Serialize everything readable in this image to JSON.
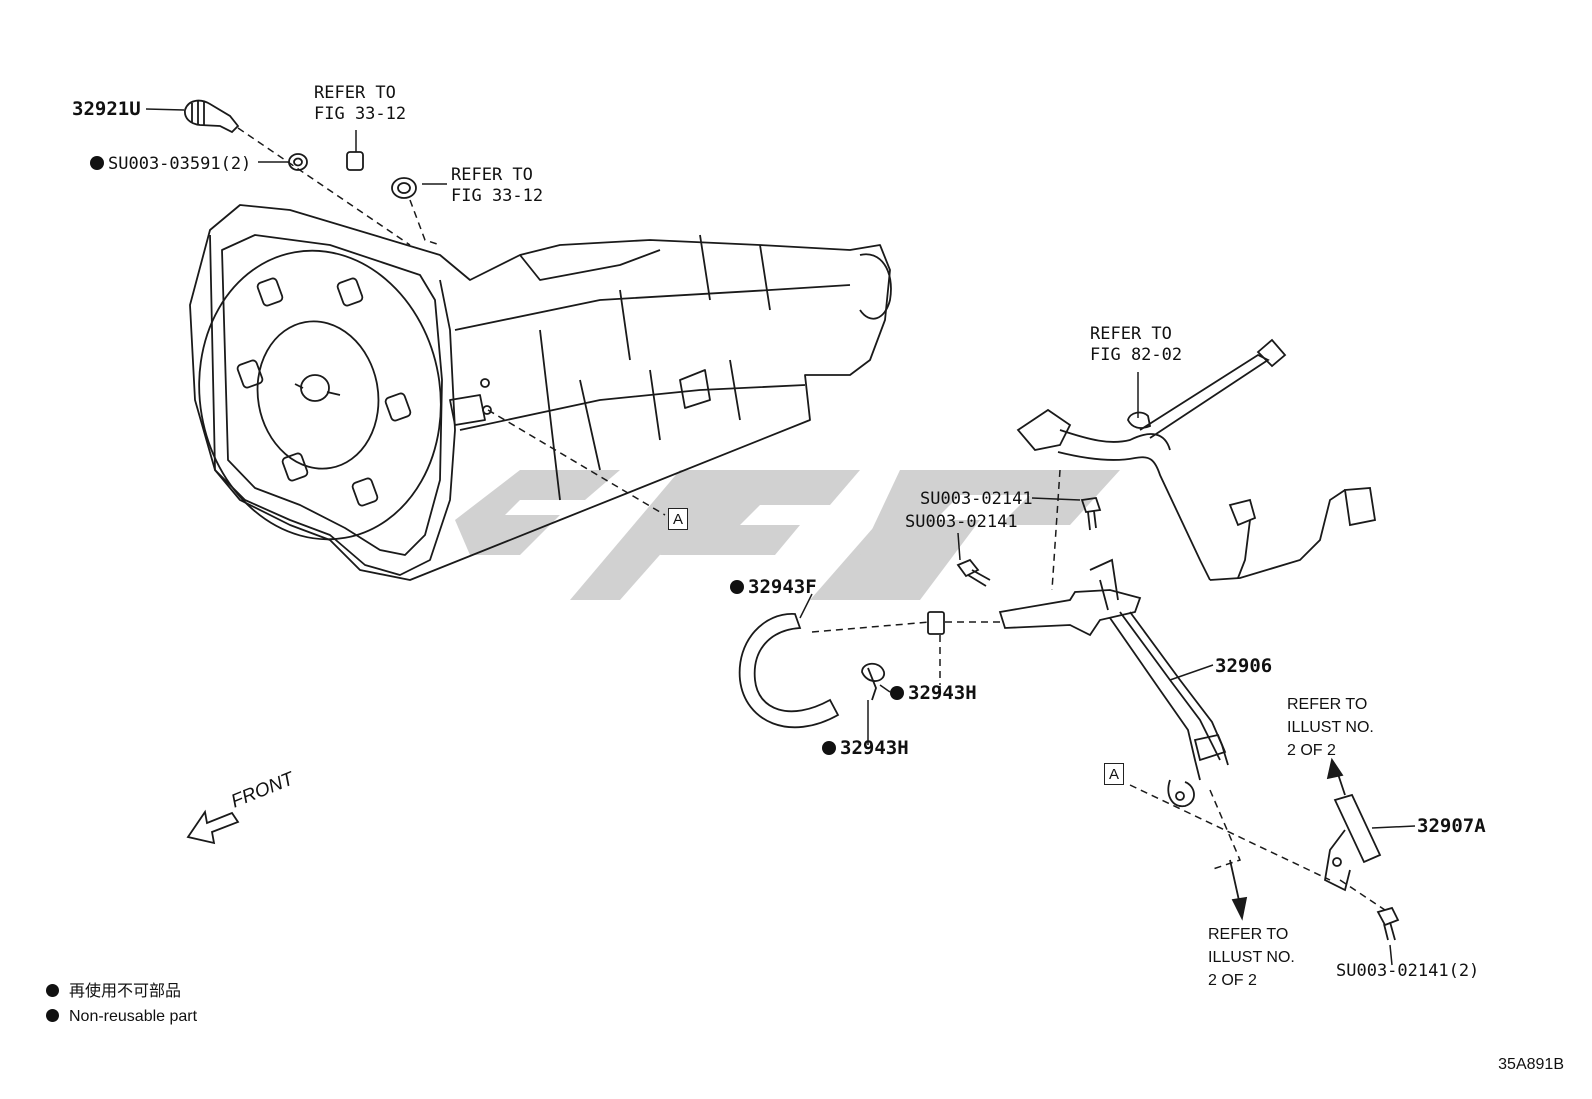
{
  "parts": {
    "p32921U": "32921U",
    "su003_03591": "SU003-03591(2)",
    "p32943F": "32943F",
    "p32943H_a": "32943H",
    "p32943H_b": "32943H",
    "p32906": "32906",
    "p32907A": "32907A",
    "su003_02141_a": "SU003-02141",
    "su003_02141_b": "SU003-02141",
    "su003_02141_2": "SU003-02141(2)"
  },
  "refs": {
    "fig33_12_top_l1": "REFER TO",
    "fig33_12_top_l2": "FIG 33-12",
    "fig33_12_mid_l1": "REFER TO",
    "fig33_12_mid_l2": "FIG 33-12",
    "fig82_02_l1": "REFER TO",
    "fig82_02_l2": "FIG 82-02",
    "illust_right_l1": "REFER TO",
    "illust_right_l2": "ILLUST NO.",
    "illust_right_l3": "2 OF 2",
    "illust_bottom_l1": "REFER TO",
    "illust_bottom_l2": "ILLUST NO.",
    "illust_bottom_l3": "2 OF 2"
  },
  "markers": {
    "a1": "A",
    "a2": "A"
  },
  "front": "FRONT",
  "legend": {
    "jp": "再使用不可部品",
    "en": "Non-reusable part"
  },
  "figure_code": "35A891B",
  "colors": {
    "line": "#1a1a1a",
    "watermark": "#c9c9c9"
  }
}
